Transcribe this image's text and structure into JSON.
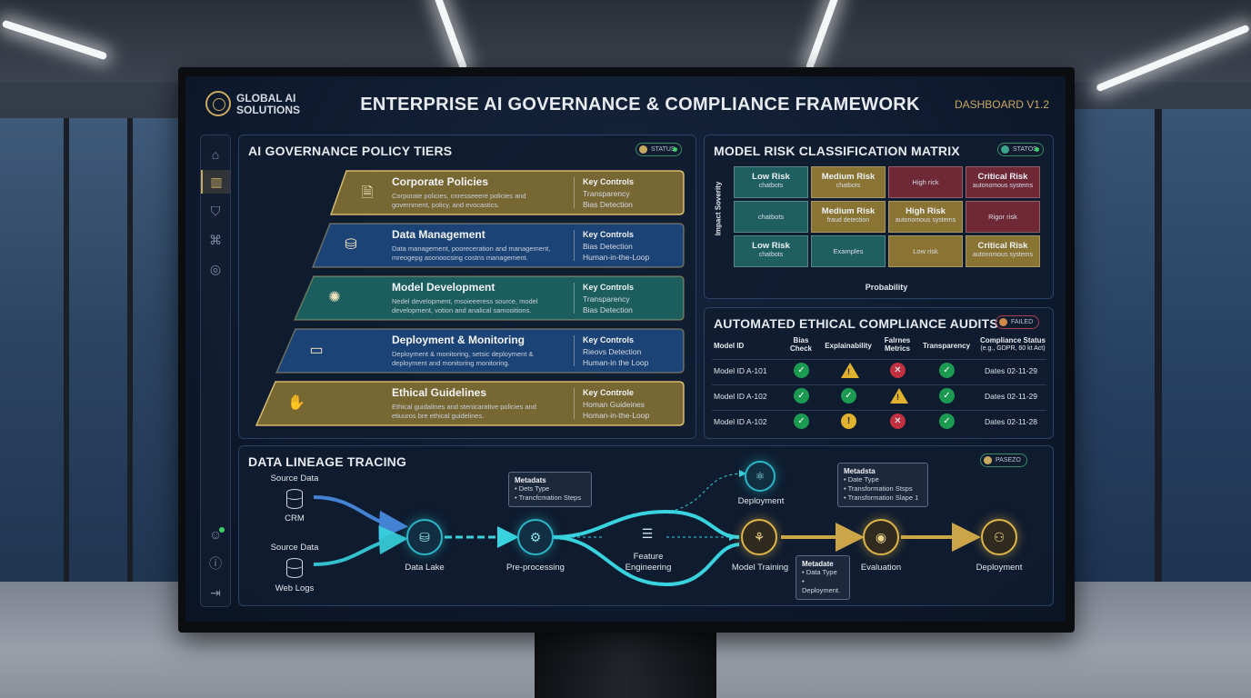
{
  "header": {
    "logo_line1": "GLOBAL AI",
    "logo_line2": "SOLUTIONS",
    "title": "ENTERPRISE AI GOVERNANCE & COMPLIANCE FRAMEWORK",
    "version": "DASHBOARD V1.2"
  },
  "sidebar": {
    "items": [
      "home-icon",
      "bar-chart-icon",
      "shield-icon",
      "network-icon",
      "globe-icon"
    ],
    "bottom": [
      "user-icon",
      "info-icon",
      "logout-icon"
    ]
  },
  "tiers_panel": {
    "title": "AI GOVERNANCE POLICY TIERS",
    "badge": "STATUS",
    "tiers": [
      {
        "name": "Corporate Policies",
        "desc1": "Corporate policies, cnresseeere policies and",
        "desc2": "government, policy, and evocastics.",
        "kc_title": "Key Controls",
        "kc1": "Transparency",
        "kc2": "Bias Detection",
        "color": "#8a7433",
        "icon": "document-icon"
      },
      {
        "name": "Data Management",
        "desc1": "Data management, pooreceration and management,",
        "desc2": "mreogepg asonoocsing costns management.",
        "kc_title": "Key Controls",
        "kc1": "Bias Detection",
        "kc2": "Human-in-the-Loop",
        "color": "#1f4a82",
        "icon": "database-icon"
      },
      {
        "name": "Model Development",
        "desc1": "Nedel development, msoieeeress source, model",
        "desc2": "development, votion and analical samooitions.",
        "kc_title": "Key Controls",
        "kc1": "Transparency",
        "kc2": "Bias Detection",
        "color": "#1f6a66",
        "icon": "brain-icon"
      },
      {
        "name": "Deployment & Monitoring",
        "desc1": "Deployment & monitoring, setsic deployment &",
        "desc2": "deployment and monitoring monitoring.",
        "kc_title": "Key Controls",
        "kc1": "Rieovs Detection",
        "kc2": "Human-in the Loop",
        "color": "#1f4a82",
        "icon": "monitor-icon"
      },
      {
        "name": "Ethical Guidelines",
        "desc1": "Ethical guidalines and stenicarative policies and",
        "desc2": "etiuuros bre ethical guidelines.",
        "kc_title": "Key Controle",
        "kc1": "Homan Guideines",
        "kc2": "Homan-in-the-Loop",
        "color": "#8a7433",
        "icon": "hands-icon"
      }
    ]
  },
  "matrix_panel": {
    "title": "MODEL RISK CLASSIFICATION MATRIX",
    "badge": "STATOS",
    "y_label": "Impact Soverity",
    "x_label": "Probability",
    "rows": [
      [
        {
          "big": "Low Risk",
          "small": "chatbots",
          "level": "low"
        },
        {
          "big": "Medium Risk",
          "small": "chatbots",
          "level": "med"
        },
        {
          "big": "",
          "small": "High rick",
          "level": "high"
        },
        {
          "big": "Critical Risk",
          "small": "autonomous systems",
          "level": "high"
        }
      ],
      [
        {
          "big": "",
          "small": "chatbots",
          "level": "low"
        },
        {
          "big": "Medium Risk",
          "small": "fraud detection",
          "level": "med"
        },
        {
          "big": "High Risk",
          "small": "autonomous systems",
          "level": "med"
        },
        {
          "big": "",
          "small": "Rigor risk",
          "level": "high"
        }
      ],
      [
        {
          "big": "Low Risk",
          "small": "chatbots",
          "level": "low"
        },
        {
          "big": "",
          "small": "Examples",
          "level": "low"
        },
        {
          "big": "",
          "small": "Low risk",
          "level": "med"
        },
        {
          "big": "Critical Risk",
          "small": "autonomous systems",
          "level": "med"
        }
      ]
    ]
  },
  "audits_panel": {
    "title": "AUTOMATED ETHICAL COMPLIANCE AUDITS",
    "badge": "FAILED",
    "headers": {
      "model": "Model ID",
      "bias1": "Bias",
      "bias2": "Check",
      "explain": "Explainability",
      "fair1": "Falrnes",
      "fair2": "Metrics",
      "transp": "Transparency",
      "status1": "Compliance Status",
      "status2": "(e.g., GDPR, 60 kt Act)"
    },
    "rows": [
      {
        "model": "Model ID A-101",
        "results": [
          "pass",
          "warning",
          "fail",
          "pass"
        ],
        "date": "Dates 02-11-29"
      },
      {
        "model": "Model ID A-102",
        "results": [
          "pass",
          "pass",
          "warning",
          "pass"
        ],
        "date": "Dates 02-11-29"
      },
      {
        "model": "Model ID A-102",
        "results": [
          "pass",
          "warning",
          "fail",
          "pass"
        ],
        "date": "Dates 02-11-28"
      }
    ]
  },
  "lineage_panel": {
    "title": "DATA LINEAGE TRACING",
    "badge": "PASEZO",
    "source1_label": "Source Data",
    "source1_name": "CRM",
    "source2_label": "Source Data",
    "source2_name": "Web Logs",
    "nodes": {
      "datalake": "Data Lake",
      "preproc": "Pre-processing",
      "feature1": "Feature",
      "feature2": "Engineering",
      "deploy_top": "Deployment",
      "training": "Model Training",
      "evaluation": "Evaluation",
      "deploy_end": "Deployment"
    },
    "meta1": {
      "title": "Metadats",
      "i1": "• Dets Type",
      "i2": "• Trancfcmation Steps"
    },
    "meta2": {
      "title": "Metadsta",
      "i1": "• Date Type",
      "i2": "• Transformation Stsps",
      "i3": "• Transformation Slape 1"
    },
    "meta3": {
      "title": "Metadate",
      "i1": "• Data Type",
      "i2": "• Deployment."
    }
  }
}
